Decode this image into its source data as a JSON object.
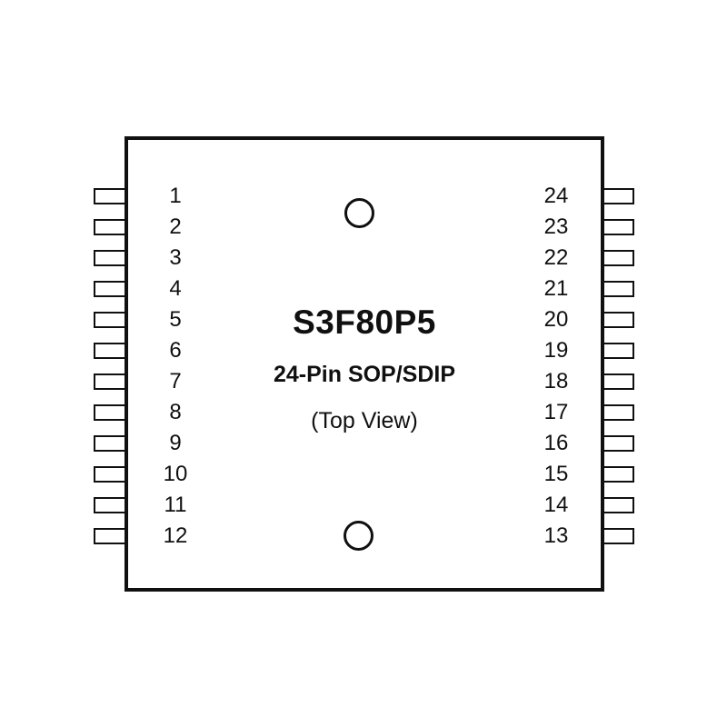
{
  "chip": {
    "part_number": "S3F80P5",
    "package_label": "24-Pin SOP/SDIP",
    "view_label": "(Top View)",
    "pin_count": 24,
    "left_pin_numbers": [
      "1",
      "2",
      "3",
      "4",
      "5",
      "6",
      "7",
      "8",
      "9",
      "10",
      "11",
      "12"
    ],
    "right_pin_numbers": [
      "24",
      "23",
      "22",
      "21",
      "20",
      "19",
      "18",
      "17",
      "16",
      "15",
      "14",
      "13"
    ],
    "colors": {
      "line": "#101010",
      "background": "#ffffff",
      "body_fill": "#ffffff"
    }
  }
}
